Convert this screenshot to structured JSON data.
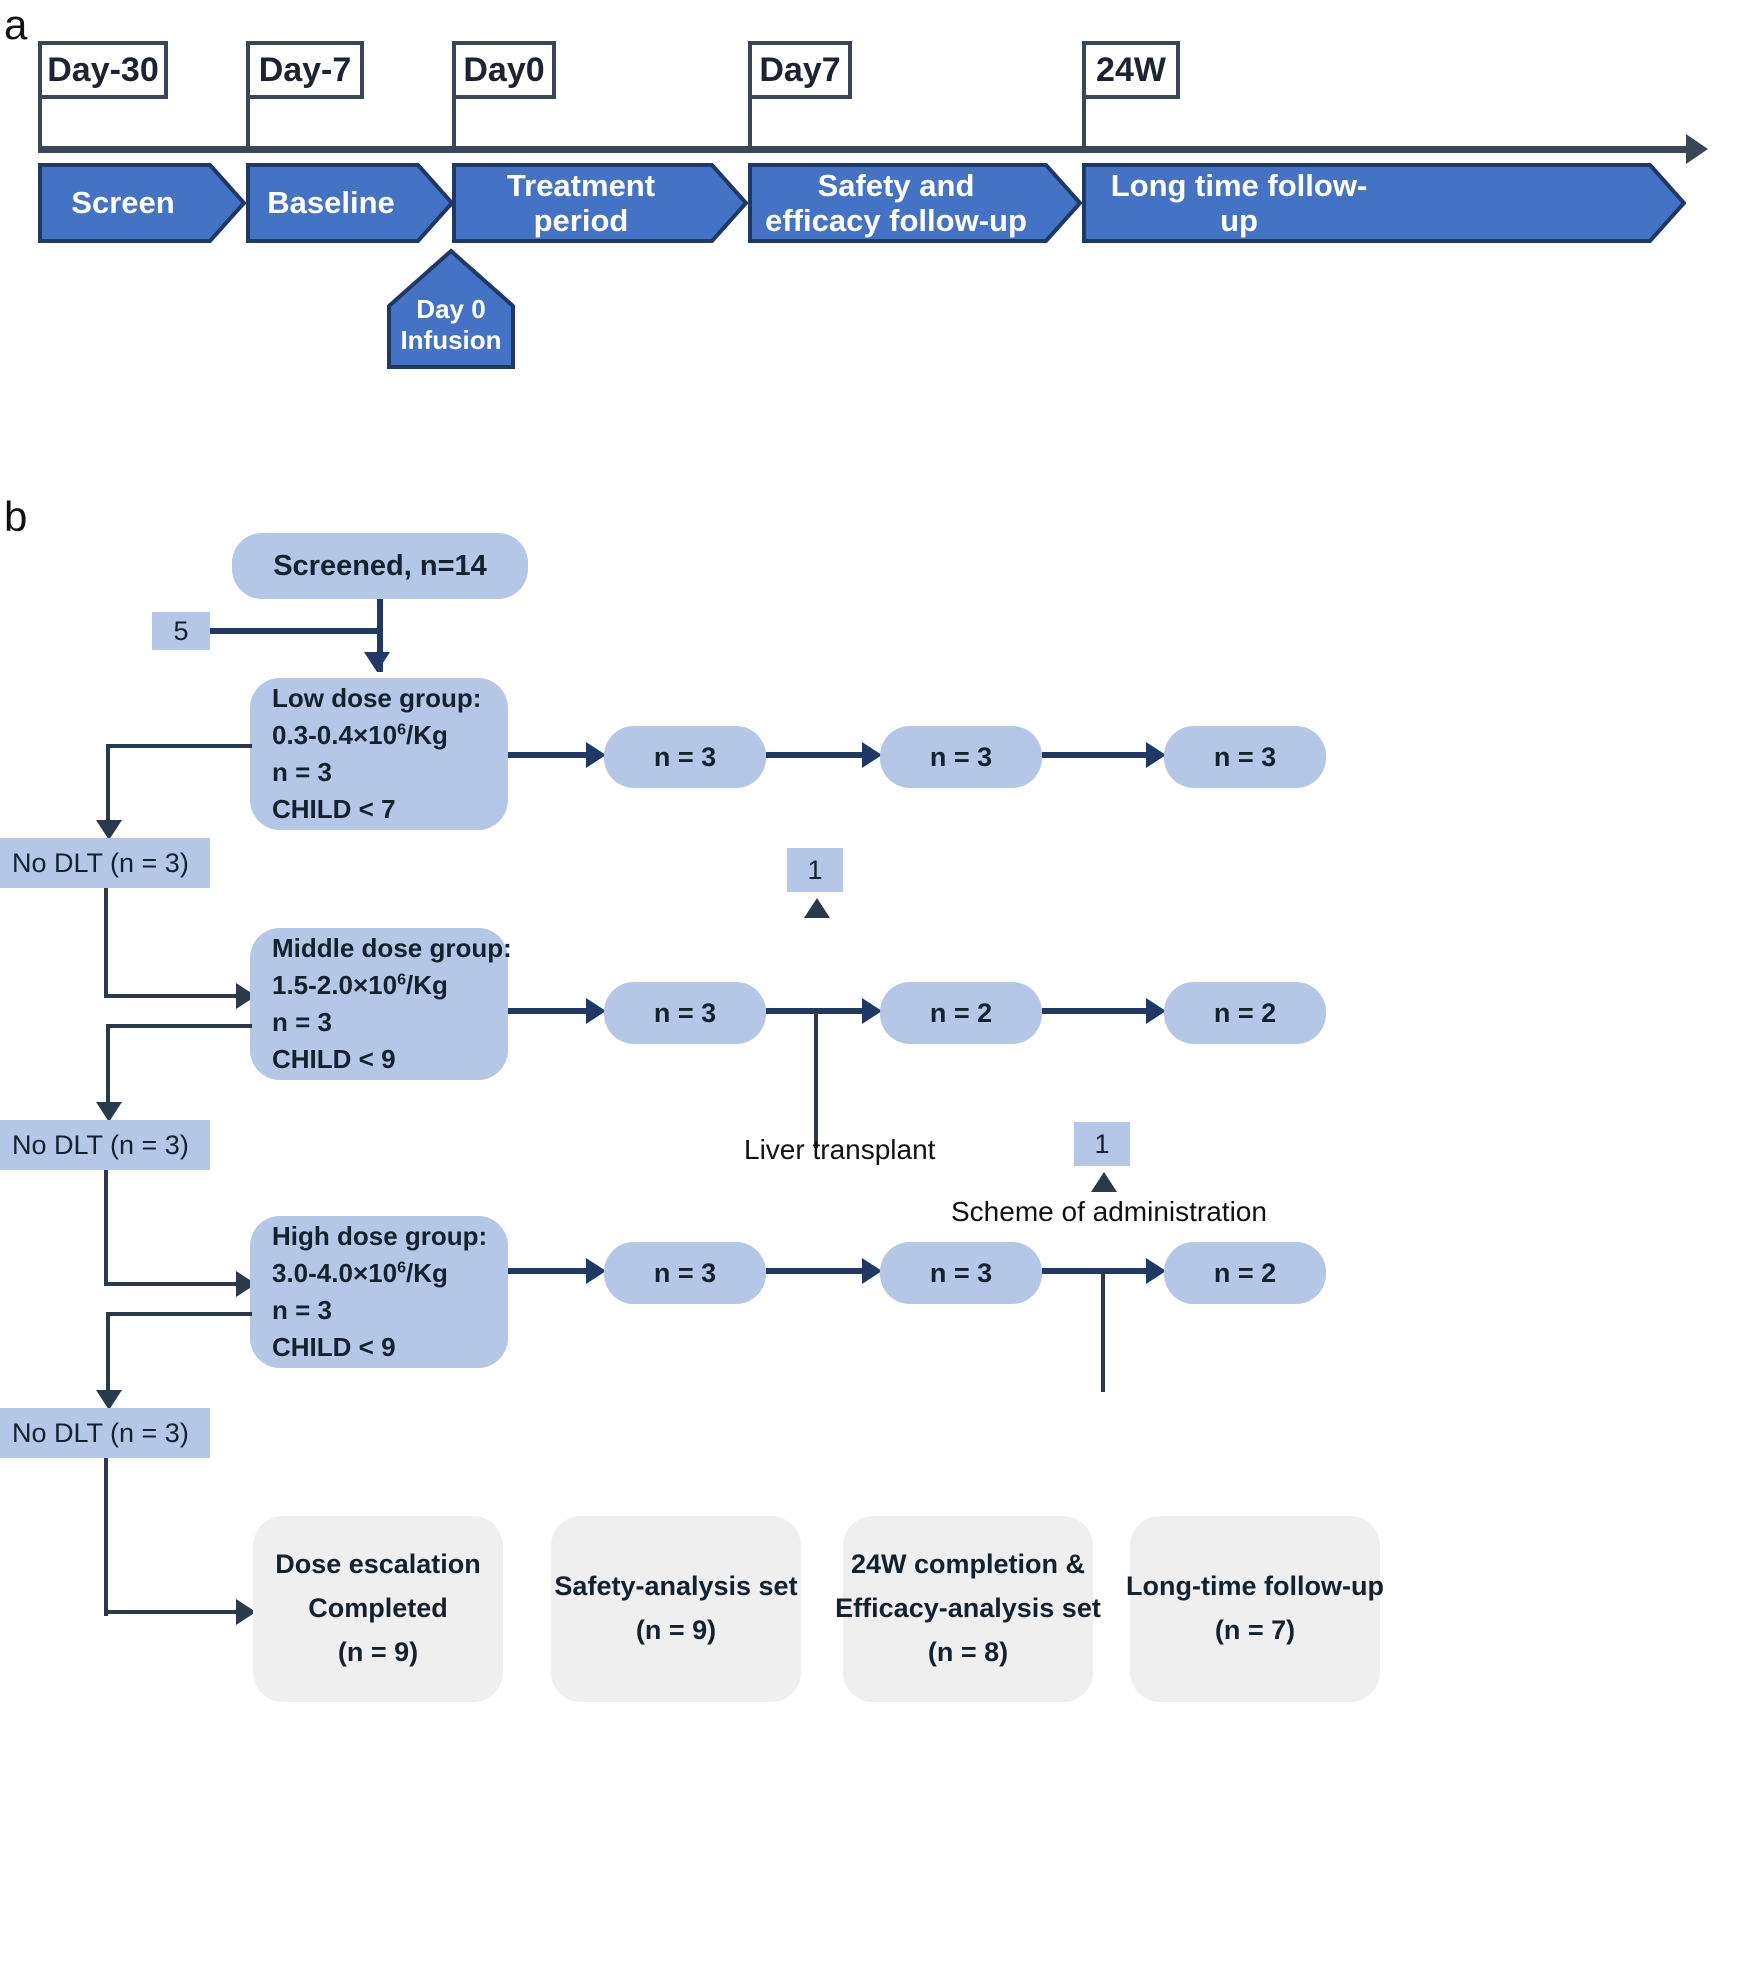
{
  "figure": {
    "panel_a_letter": "a",
    "panel_b_letter": "b"
  },
  "colors": {
    "chevron_fill": "#4472c4",
    "chevron_border": "#1f3864",
    "node_fill": "#b4c7e7",
    "terminal_fill": "#efefef",
    "connector": "#1f3864",
    "flag_border": "#3a4655"
  },
  "timeline": {
    "milestones": [
      {
        "label": "Day-30"
      },
      {
        "label": "Day-7"
      },
      {
        "label": "Day0"
      },
      {
        "label": "Day7"
      },
      {
        "label": "24W"
      }
    ],
    "phases": [
      {
        "label": "Screen"
      },
      {
        "label": "Baseline"
      },
      {
        "label": "Treatment period"
      },
      {
        "label": "Safety and efficacy follow-up"
      },
      {
        "label": "Long time follow-up"
      }
    ],
    "infusion": {
      "label": "Day 0\nInfusion",
      "line1": "Day 0",
      "line2": "Infusion"
    }
  },
  "flowchart": {
    "screened": {
      "label": "Screened, n=14"
    },
    "excluded": {
      "label": "5"
    },
    "cohorts": [
      {
        "title": "Low dose group:",
        "dose_pre": "0.3-0.4×10",
        "dose_sup": "6",
        "dose_post": "/Kg",
        "n": "n = 3",
        "child": "CHILD < 7",
        "dlt": "No DLT (n = 3)",
        "followups": [
          {
            "label": "n = 3"
          },
          {
            "label": "n = 3"
          },
          {
            "label": "n = 3"
          }
        ],
        "dropout": null
      },
      {
        "title": "Middle dose group:",
        "dose_pre": "1.5-2.0×10",
        "dose_sup": "6",
        "dose_post": "/Kg",
        "n": "n = 3",
        "child": "CHILD < 9",
        "dlt": "No DLT (n = 3)",
        "followups": [
          {
            "label": "n = 3"
          },
          {
            "label": "n = 2"
          },
          {
            "label": "n = 2"
          }
        ],
        "dropout": {
          "count": "1",
          "reason": "Liver transplant"
        }
      },
      {
        "title": "High dose group:",
        "dose_pre": "3.0-4.0×10",
        "dose_sup": "6",
        "dose_post": "/Kg",
        "n": "n = 3",
        "child": "CHILD < 9",
        "dlt": "No DLT (n = 3)",
        "followups": [
          {
            "label": "n = 3"
          },
          {
            "label": "n = 3"
          },
          {
            "label": "n = 2"
          }
        ],
        "dropout": {
          "count": "1",
          "reason": "Scheme of administration"
        }
      }
    ],
    "terminal_boxes": [
      {
        "line1": "Dose escalation",
        "line2": "Completed",
        "line3": "(n = 9)"
      },
      {
        "line1": "Safety-analysis set",
        "line2": "(n = 9)",
        "line3": ""
      },
      {
        "line1": "24W completion &",
        "line2": "Efficacy-analysis set",
        "line3": "(n = 8)"
      },
      {
        "line1": "Long-time follow-up",
        "line2": "(n = 7)",
        "line3": ""
      }
    ]
  }
}
